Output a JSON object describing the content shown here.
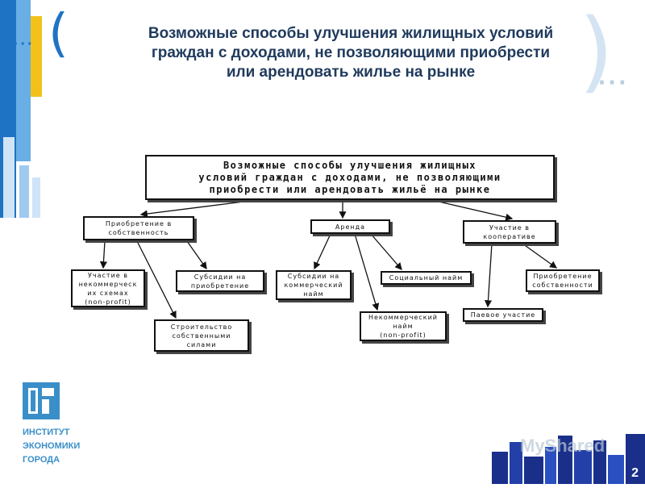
{
  "slide": {
    "title": "Возможные способы улучшения жилищных условий\nграждан с доходами, не позволяющими приобрести\nили арендовать жилье на рынке",
    "page_number": "2",
    "watermark": "MyShared"
  },
  "logo": {
    "text": "ИНСТИТУТ\nЭКОНОМИКИ\nГОРОДА"
  },
  "diagram": {
    "root": "Возможные способы улучшения жилищных\nусловий граждан с доходами, не позволяющими\nприобрести или арендовать жильё на рынке",
    "ownership": "Приобретение в\nсобственность",
    "rent": "Аренда",
    "coop": "Участие в\nкооперативе",
    "nonprofit_participation": "Участие в\nнекоммерческ\nих схемах\n(non-profit)",
    "purchase_subsidy": "Субсидии на\nприобретение",
    "self_construction": "Строительство\nсобственными\nсилами",
    "commercial_rent_subsidy": "Субсидии на\nкоммерческий\nнайм",
    "social_rent": "Социальный найм",
    "nonprofit_rent": "Некоммерческий\nнайм\n(non-profit)",
    "share_participation": "Паевое участие",
    "property_acquisition": "Приобретение\nсобственности"
  },
  "colors": {
    "accent_blue": "#1f73c4",
    "title": "#1f3a5c",
    "logo": "#3a8fc8"
  }
}
